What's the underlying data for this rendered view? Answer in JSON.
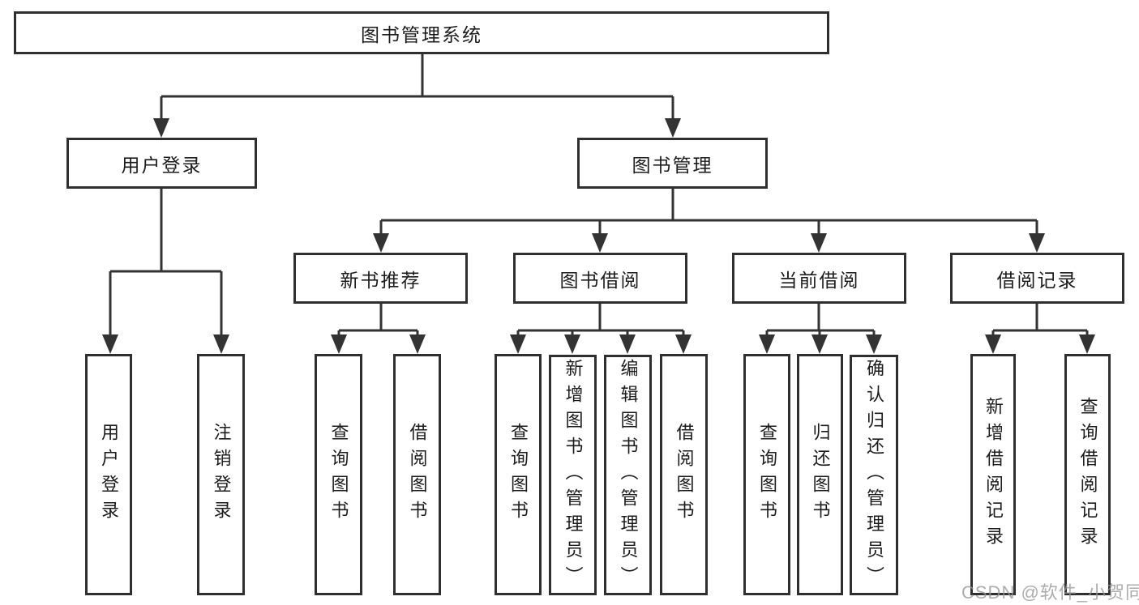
{
  "diagram": {
    "type": "hierarchy-tree",
    "root": {
      "label": "图书管理系统",
      "children": [
        {
          "label": "用户登录",
          "children": [
            {
              "label": "用户登录"
            },
            {
              "label": "注销登录"
            }
          ]
        },
        {
          "label": "图书管理",
          "children": [
            {
              "label": "新书推荐",
              "children": [
                {
                  "label": "查询图书"
                },
                {
                  "label": "借阅图书"
                }
              ]
            },
            {
              "label": "图书借阅",
              "children": [
                {
                  "label": "查询图书"
                },
                {
                  "label": "新增图书（管理员）"
                },
                {
                  "label": "编辑图书（管理员）"
                },
                {
                  "label": "借阅图书"
                }
              ]
            },
            {
              "label": "当前借阅",
              "children": [
                {
                  "label": "查询图书"
                },
                {
                  "label": "归还图书"
                },
                {
                  "label": "确认归还（管理员）"
                }
              ]
            },
            {
              "label": "借阅记录",
              "children": [
                {
                  "label": "新增借阅记录"
                },
                {
                  "label": "查询借阅记录"
                }
              ]
            }
          ]
        }
      ]
    }
  },
  "watermark": {
    "text": "CSDN @软件_小贺同学"
  },
  "colors": {
    "background": "#ffffff",
    "line": "#333333",
    "box_border": "#2f2f2f",
    "text": "#1c1c1c",
    "watermark": "#969696"
  }
}
